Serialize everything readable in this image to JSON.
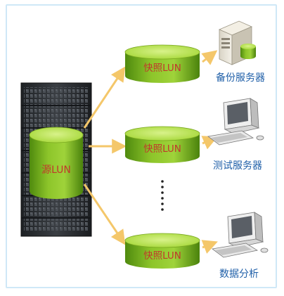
{
  "source": {
    "label": "源LUN"
  },
  "snapshots": [
    {
      "label": "快照LUN"
    },
    {
      "label": "快照LUN"
    },
    {
      "label": "快照LUN"
    }
  ],
  "servers": [
    {
      "label": "备份服务器",
      "icon": "backup-server-icon"
    },
    {
      "label": "测试服务器",
      "icon": "computer-icon"
    },
    {
      "label": "数据分析",
      "icon": "computer-icon"
    }
  ],
  "colors": {
    "cylinder_light": "#b6e04a",
    "cylinder_dark": "#5f9a12",
    "label_text": "#c0392b",
    "arrow": "#f4c76a",
    "server_label": "#1f5fa8",
    "rack": "#2f3236"
  }
}
